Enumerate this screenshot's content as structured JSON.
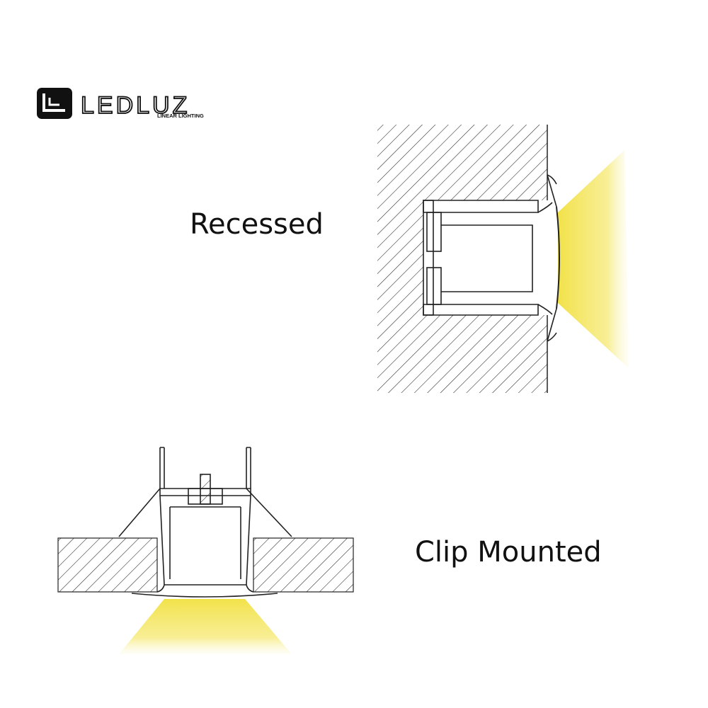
{
  "logo": {
    "wordmark": "LEDLUZ",
    "tagline": "LINEAR LIGHTING",
    "mark_letter": "L"
  },
  "captions": {
    "recessed": "Recessed",
    "clip_mounted": "Clip Mounted"
  },
  "colors": {
    "ink": "#111111",
    "light_beam": "#f2e24a",
    "background": "#ffffff"
  },
  "diagrams": [
    {
      "name": "recessed-profile",
      "orientation": "wall, light facing right"
    },
    {
      "name": "clip-mounted-profile",
      "orientation": "ceiling, light facing down"
    }
  ]
}
